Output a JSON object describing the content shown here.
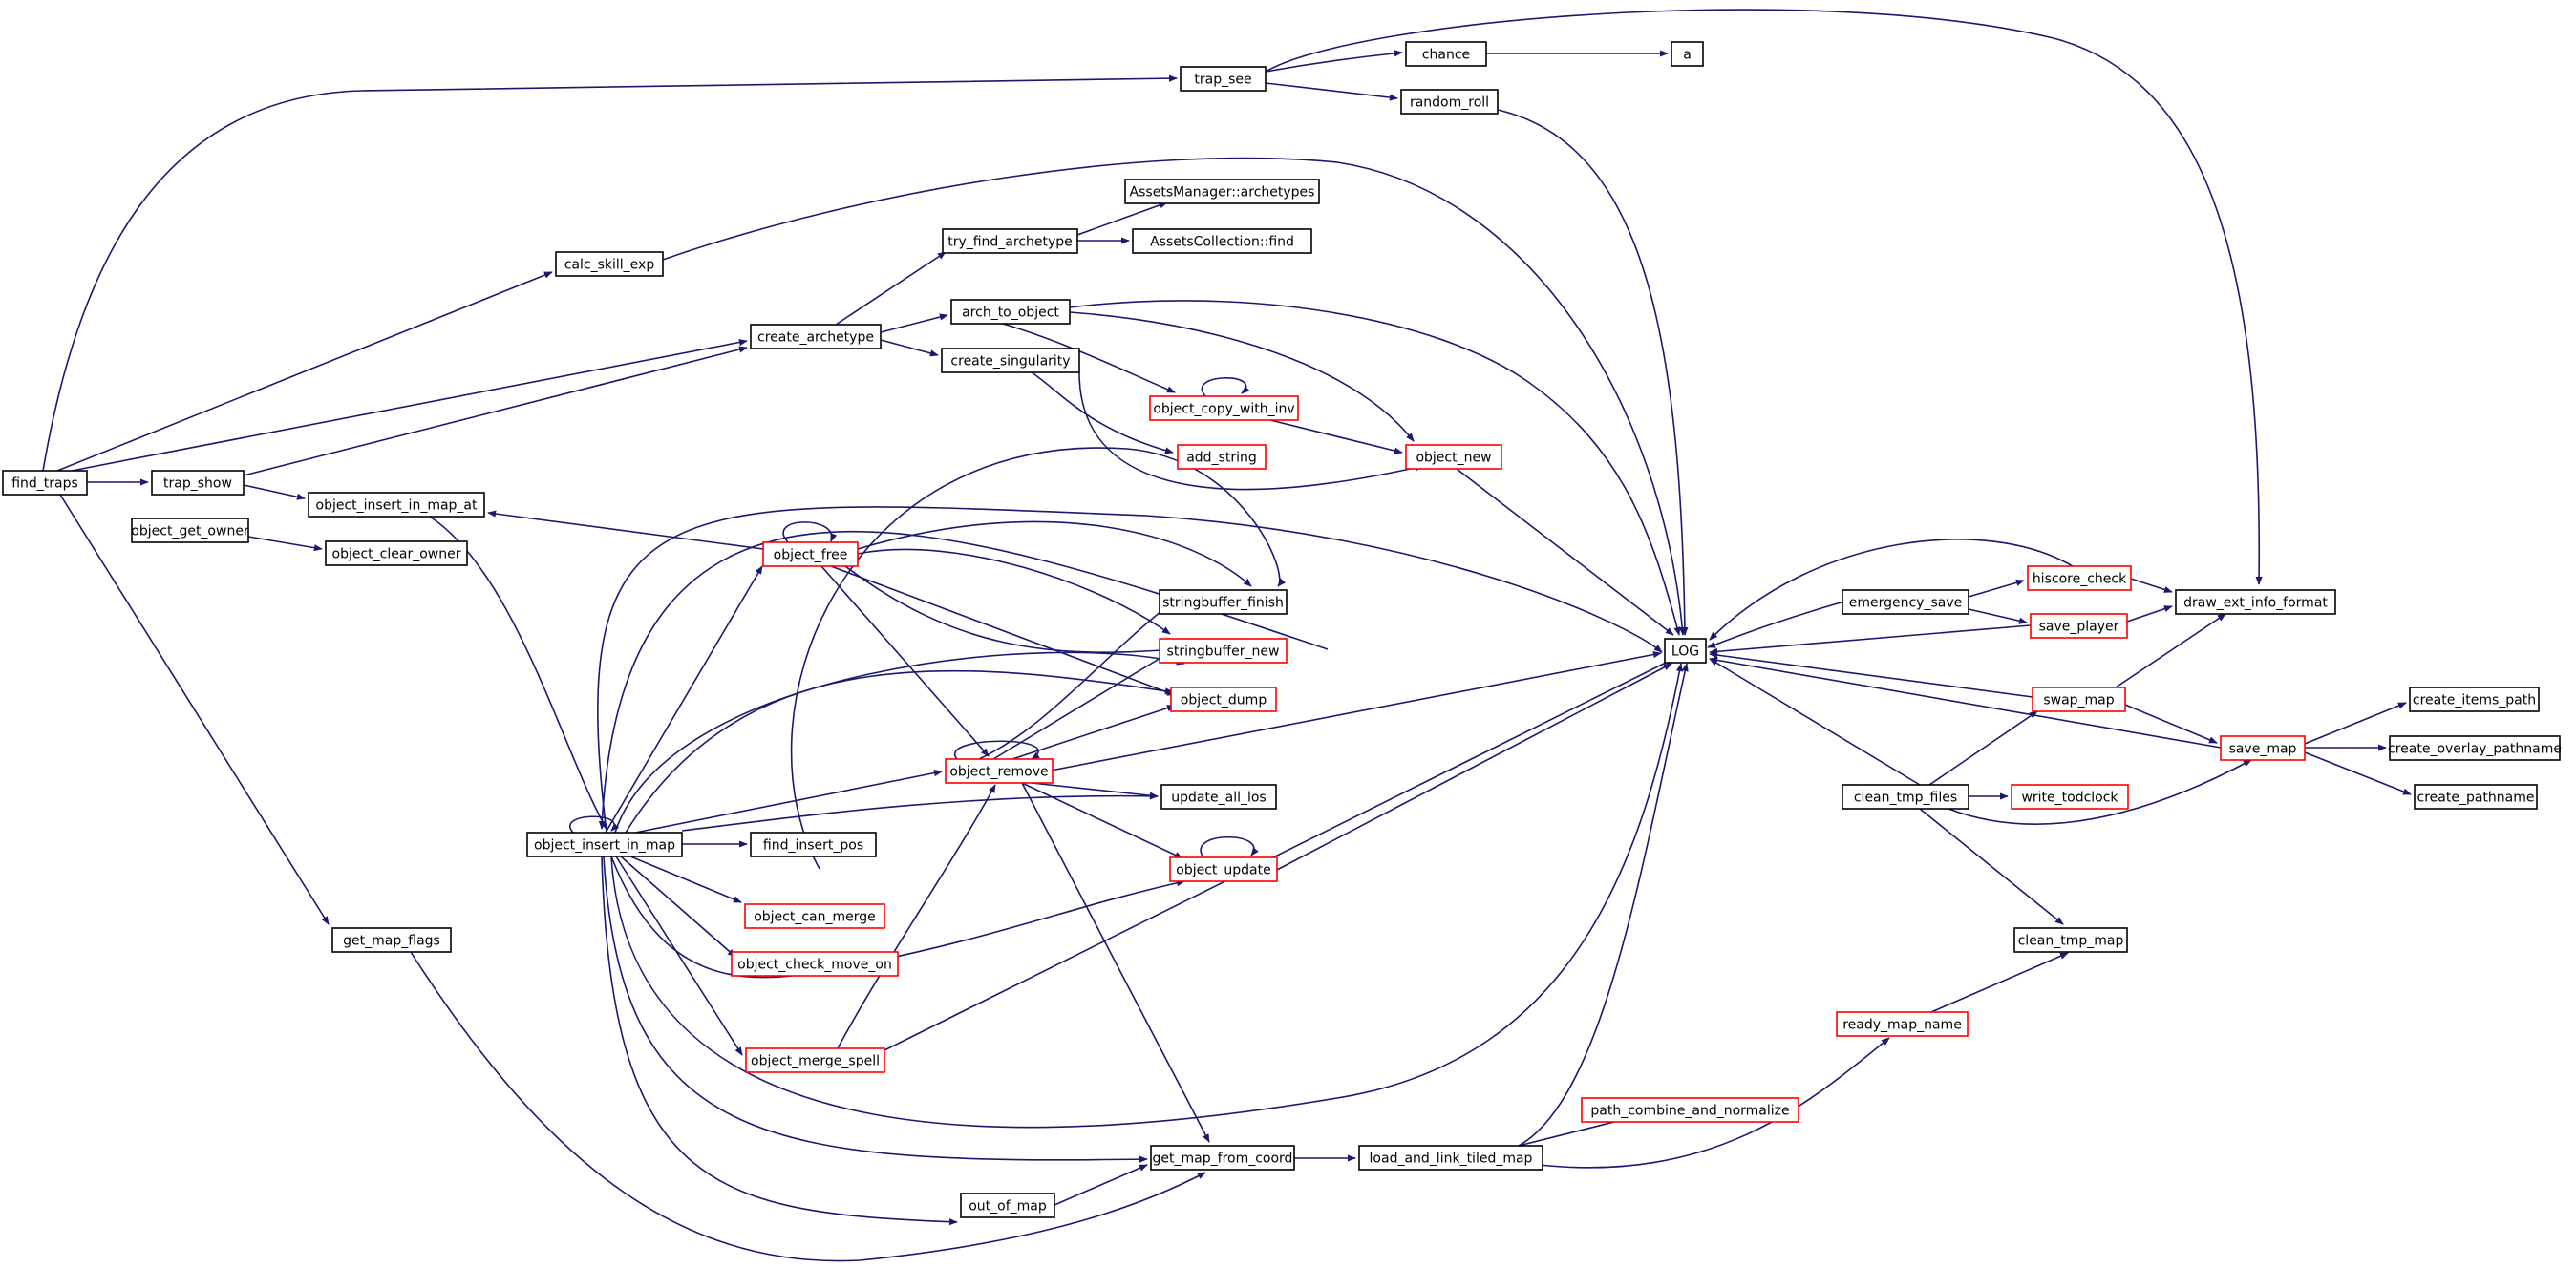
{
  "graph": {
    "colors": {
      "edge": "#191970",
      "node_border": "#000000",
      "node_border_truncated": "#ff0000",
      "root_fill": "#bfbfbf",
      "node_text": "#000000"
    },
    "nodes": [
      {
        "id": "find_traps",
        "label": "find_traps",
        "kind": "root"
      },
      {
        "id": "trap_see",
        "label": "trap_see",
        "kind": "normal"
      },
      {
        "id": "chance",
        "label": "chance",
        "kind": "normal"
      },
      {
        "id": "a",
        "label": "a",
        "kind": "normal"
      },
      {
        "id": "random_roll",
        "label": "random_roll",
        "kind": "normal"
      },
      {
        "id": "calc_skill_exp",
        "label": "calc_skill_exp",
        "kind": "normal"
      },
      {
        "id": "assets_archetypes",
        "label": "AssetsManager::archetypes",
        "kind": "normal"
      },
      {
        "id": "try_find_archetype",
        "label": "try_find_archetype",
        "kind": "normal"
      },
      {
        "id": "assets_find",
        "label": "AssetsCollection::find",
        "kind": "normal"
      },
      {
        "id": "create_archetype",
        "label": "create_archetype",
        "kind": "normal"
      },
      {
        "id": "arch_to_object",
        "label": "arch_to_object",
        "kind": "normal"
      },
      {
        "id": "create_singularity",
        "label": "create_singularity",
        "kind": "normal"
      },
      {
        "id": "object_copy_with_inv",
        "label": "object_copy_with_inv",
        "kind": "truncated"
      },
      {
        "id": "add_string",
        "label": "add_string",
        "kind": "truncated"
      },
      {
        "id": "object_new",
        "label": "object_new",
        "kind": "truncated"
      },
      {
        "id": "trap_show",
        "label": "trap_show",
        "kind": "normal"
      },
      {
        "id": "object_insert_in_map_at",
        "label": "object_insert_in_map_at",
        "kind": "normal"
      },
      {
        "id": "object_get_owner",
        "label": "object_get_owner",
        "kind": "normal"
      },
      {
        "id": "object_clear_owner",
        "label": "object_clear_owner",
        "kind": "normal"
      },
      {
        "id": "object_free",
        "label": "object_free",
        "kind": "truncated"
      },
      {
        "id": "stringbuffer_finish",
        "label": "stringbuffer_finish",
        "kind": "normal"
      },
      {
        "id": "stringbuffer_new",
        "label": "stringbuffer_new",
        "kind": "truncated"
      },
      {
        "id": "object_dump",
        "label": "object_dump",
        "kind": "truncated"
      },
      {
        "id": "object_remove",
        "label": "object_remove",
        "kind": "truncated"
      },
      {
        "id": "update_all_los",
        "label": "update_all_los",
        "kind": "normal"
      },
      {
        "id": "object_insert_in_map",
        "label": "object_insert_in_map",
        "kind": "normal"
      },
      {
        "id": "find_insert_pos",
        "label": "find_insert_pos",
        "kind": "normal"
      },
      {
        "id": "object_update",
        "label": "object_update",
        "kind": "truncated"
      },
      {
        "id": "object_can_merge",
        "label": "object_can_merge",
        "kind": "truncated"
      },
      {
        "id": "object_check_move_on",
        "label": "object_check_move_on",
        "kind": "truncated"
      },
      {
        "id": "object_merge_spell",
        "label": "object_merge_spell",
        "kind": "truncated"
      },
      {
        "id": "get_map_flags",
        "label": "get_map_flags",
        "kind": "normal"
      },
      {
        "id": "get_map_from_coord",
        "label": "get_map_from_coord",
        "kind": "normal"
      },
      {
        "id": "out_of_map",
        "label": "out_of_map",
        "kind": "normal"
      },
      {
        "id": "load_and_link_tiled_map",
        "label": "load_and_link_tiled_map",
        "kind": "normal"
      },
      {
        "id": "path_combine_and_normalize",
        "label": "path_combine_and_normalize",
        "kind": "truncated"
      },
      {
        "id": "LOG",
        "label": "LOG",
        "kind": "normal"
      },
      {
        "id": "emergency_save",
        "label": "emergency_save",
        "kind": "normal"
      },
      {
        "id": "hiscore_check",
        "label": "hiscore_check",
        "kind": "truncated"
      },
      {
        "id": "save_player",
        "label": "save_player",
        "kind": "truncated"
      },
      {
        "id": "draw_ext_info_format",
        "label": "draw_ext_info_format",
        "kind": "normal"
      },
      {
        "id": "swap_map",
        "label": "swap_map",
        "kind": "truncated"
      },
      {
        "id": "save_map",
        "label": "save_map",
        "kind": "truncated"
      },
      {
        "id": "create_items_path",
        "label": "create_items_path",
        "kind": "normal"
      },
      {
        "id": "create_overlay_pathname",
        "label": "create_overlay_pathname",
        "kind": "normal"
      },
      {
        "id": "create_pathname",
        "label": "create_pathname",
        "kind": "normal"
      },
      {
        "id": "clean_tmp_files",
        "label": "clean_tmp_files",
        "kind": "normal"
      },
      {
        "id": "write_todclock",
        "label": "write_todclock",
        "kind": "truncated"
      },
      {
        "id": "clean_tmp_map",
        "label": "clean_tmp_map",
        "kind": "normal"
      },
      {
        "id": "ready_map_name",
        "label": "ready_map_name",
        "kind": "truncated"
      }
    ]
  }
}
